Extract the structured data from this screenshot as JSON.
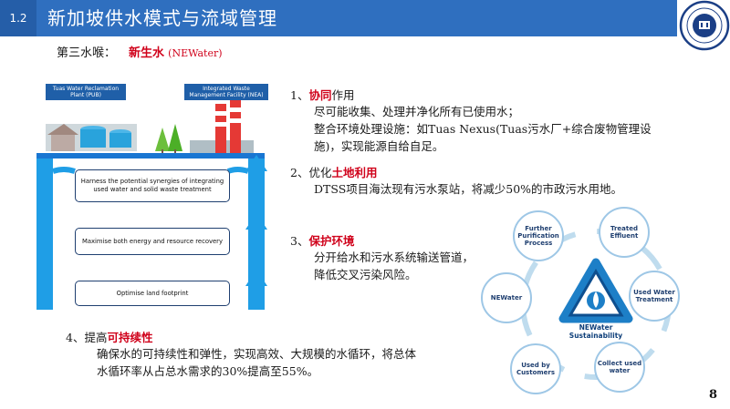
{
  "header": {
    "section_number": "1.2",
    "title": "新加坡供水模式与流域管理"
  },
  "subtitle": {
    "prefix": "第三水喉：",
    "highlight": "新生水",
    "english": "(NEWater)"
  },
  "diagram": {
    "left_label": "Tuas Water Reclamation Plant (PUB)",
    "right_label": "Integrated Waste Management Facility (NEA)",
    "bars": [
      "Harness the potential synergies of integrating used water and solid waste treatment",
      "Maximise both energy and resource recovery",
      "Optimise land footprint"
    ]
  },
  "items": [
    {
      "num": "1、",
      "pre": "",
      "red": "协同",
      "post": "作用",
      "lines": [
        "尽可能收集、处理并净化所有已使用水；",
        "整合环境处理设施：如Tuas Nexus(Tuas污水厂+综合废物管理设",
        "施)，实现能源自给自足。"
      ]
    },
    {
      "num": "2、",
      "pre": "优化",
      "red": "土地利用",
      "post": "",
      "lines": [
        "DTSS项目海汰现有污水泵站，将减少50%的市政污水用地。"
      ]
    },
    {
      "num": "3、",
      "pre": "",
      "red": "保护环境",
      "post": "",
      "lines": [
        "分开给水和污水系统输送管道，",
        "降低交叉污染风险。"
      ]
    },
    {
      "num": "4、",
      "pre": "提高",
      "red": "可持续性",
      "post": "",
      "lines": [
        "确保水的可持续性和弹性，实现高效、大规模的水循环，将总体",
        "水循环率从占总水需求的30%提高至55%。"
      ]
    }
  ],
  "cycle": {
    "center_label": "NEWater Sustainability",
    "nodes": [
      "Further Purification Process",
      "Treated Effluent",
      "Used Water Treatment",
      "Collect used water",
      "Used by Customers",
      "NEWater"
    ]
  },
  "page_number": "8",
  "colors": {
    "header_blue": "#2f6fbf",
    "accent_red": "#d0021b",
    "arrow_blue": "#2b8fd6"
  }
}
